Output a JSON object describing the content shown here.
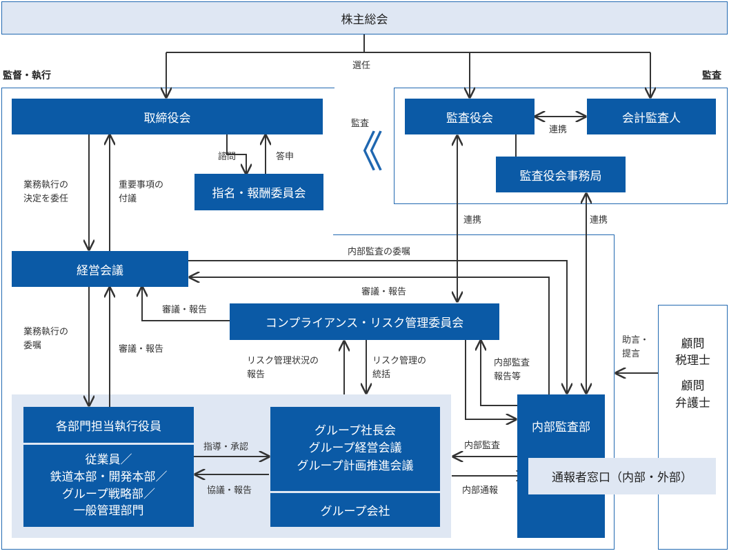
{
  "top_box": "株主総会",
  "region_supervision": "監督・執行",
  "region_audit": "監査",
  "board": "取締役会",
  "nomination_committee": "指名・報酬委員会",
  "management_council": "経営会議",
  "compliance_committee": "コンプライアンス・リスク管理委員会",
  "exec_officers": "各部門担当執行役員",
  "departments": [
    "従業員／",
    "鉄道本部・開発本部／",
    "グループ戦略部／",
    "一般管理部門"
  ],
  "group_meetings": [
    "グループ社長会",
    "グループ経営会議",
    "グループ計画推進会議"
  ],
  "group_companies": "グループ会社",
  "audit_board": "監査役会",
  "accounting_auditor": "会計監査人",
  "audit_office": "監査役会事務局",
  "internal_audit": "内部監査部",
  "whistle_window": "通報者窓口（内部・外部）",
  "advisors": [
    "顧問",
    "税理士",
    "顧問",
    "弁護士"
  ],
  "labels": {
    "election": "選任",
    "audit": "監査",
    "audit_chevron": "《",
    "cooperation": "連携",
    "consultation": "諮問",
    "report_answer": "答申",
    "delegate_decision": [
      "業務執行の",
      "決定を委任"
    ],
    "important_matters": [
      "重要事項の",
      "付議"
    ],
    "internal_audit_delegation": "内部監査の委嘱",
    "deliberation_report": "審議・報告",
    "exec_delegation": [
      "業務執行の",
      "委嘱"
    ],
    "risk_status_report": [
      "リスク管理状況の",
      "報告"
    ],
    "risk_oversight": [
      "リスク管理の",
      "統括"
    ],
    "internal_audit_report": [
      "内部監査",
      "報告等"
    ],
    "guidance_approval": "指導・承認",
    "consultation_report": "協議・報告",
    "internal_audit_short": "内部監査",
    "internal_report": "内部通報",
    "advice": [
      "助言・",
      "提言"
    ]
  }
}
